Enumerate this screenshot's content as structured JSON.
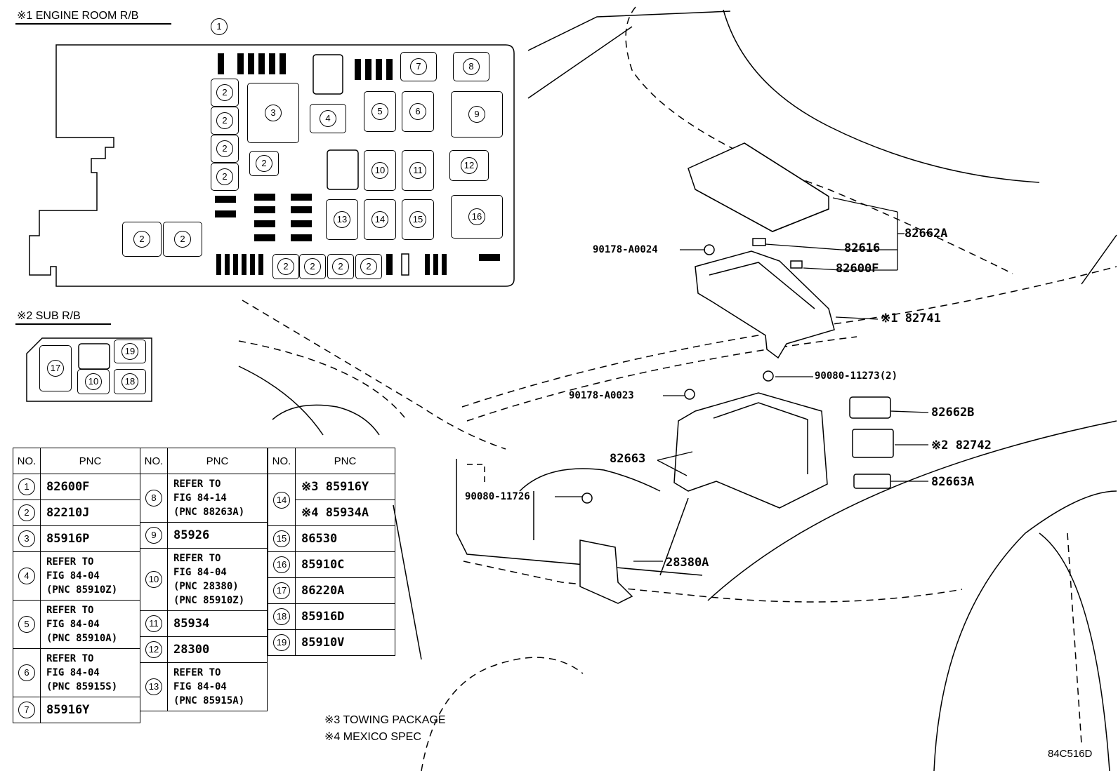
{
  "headers": {
    "engine_room": "※1 ENGINE ROOM R/B",
    "sub_rb": "※2 SUB R/B"
  },
  "engine_room_slots": [
    "2",
    "2",
    "2",
    "2",
    "3",
    "2",
    "4",
    "5",
    "6",
    "7",
    "8",
    "9",
    "10",
    "11",
    "12",
    "13",
    "14",
    "15",
    "16",
    "2",
    "2",
    "2",
    "2",
    "2",
    "2",
    "1"
  ],
  "sub_rb_slots": [
    "17",
    "19",
    "10",
    "18"
  ],
  "table": {
    "col1": {
      "no_header": "NO.",
      "pnc_header": "PNC"
    },
    "col2": {
      "no_header": "NO.",
      "pnc_header": "PNC"
    },
    "col3": {
      "no_header": "NO.",
      "pnc_header": "PNC"
    },
    "rows1": [
      {
        "no": "1",
        "pnc": "82600F"
      },
      {
        "no": "2",
        "pnc": "82210J"
      },
      {
        "no": "3",
        "pnc": "85916P"
      },
      {
        "no": "4",
        "pnc": "REFER TO\nFIG 84-04\n(PNC 85910Z)"
      },
      {
        "no": "5",
        "pnc": "REFER TO\nFIG 84-04\n(PNC 85910A)"
      },
      {
        "no": "6",
        "pnc": "REFER TO\nFIG 84-04\n(PNC 85915S)"
      },
      {
        "no": "7",
        "pnc": "85916Y"
      }
    ],
    "rows2": [
      {
        "no": "8",
        "pnc": "REFER TO\nFIG 84-14\n(PNC 88263A)"
      },
      {
        "no": "9",
        "pnc": "85926"
      },
      {
        "no": "10",
        "pnc": "REFER TO\nFIG 84-04\n(PNC 28380)\n(PNC 85910Z)"
      },
      {
        "no": "11",
        "pnc": "85934"
      },
      {
        "no": "12",
        "pnc": "28300"
      },
      {
        "no": "13",
        "pnc": "REFER TO\nFIG 84-04\n(PNC 85915A)"
      }
    ],
    "rows3": [
      {
        "no": "14",
        "pnc_a": "※3 85916Y",
        "pnc_b": "※4 85934A"
      },
      {
        "no": "15",
        "pnc": "86530"
      },
      {
        "no": "16",
        "pnc": "85910C"
      },
      {
        "no": "17",
        "pnc": "86220A"
      },
      {
        "no": "18",
        "pnc": "85916D"
      },
      {
        "no": "19",
        "pnc": "85910V"
      }
    ]
  },
  "callouts": {
    "c82662A": "82662A",
    "c82616": "82616",
    "c82600F": "82600F",
    "c90178_A0024": "90178-A0024",
    "c82741": "※1 82741",
    "c90080_11273": "90080-11273(2)",
    "c90178_A0023": "90178-A0023",
    "c82662B": "82662B",
    "c82742": "※2 82742",
    "c82663": "82663",
    "c82663A": "82663A",
    "c90080_11726": "90080-11726",
    "c28380A": "28380A"
  },
  "notes": {
    "n3": "※3 TOWING PACKAGE",
    "n4": "※4 MEXICO SPEC"
  },
  "diagram_code": "84C516D"
}
